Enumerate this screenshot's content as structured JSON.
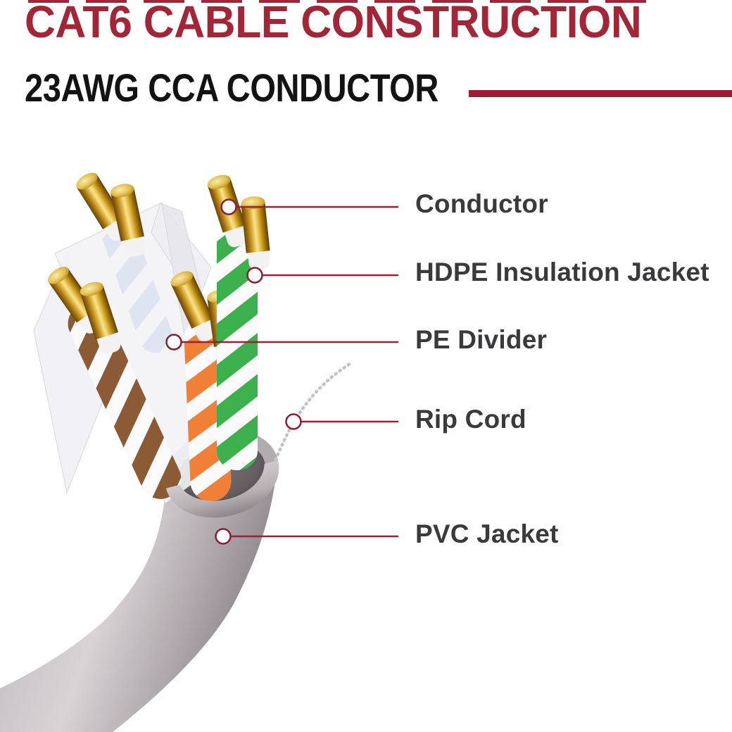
{
  "header": {
    "title": "CAT6 CABLE CONSTRUCTION",
    "subtitle": "23AWG CCA CONDUCTOR"
  },
  "callouts": [
    {
      "text": "Conductor"
    },
    {
      "text": "HDPE Insulation Jacket"
    },
    {
      "text": "PE Divider"
    },
    {
      "text": "Rip Cord"
    },
    {
      "text": "PVC Jacket"
    }
  ],
  "illustration": {
    "subject": "CAT6 cable cutaway render",
    "parts": [
      "gold conductors",
      "HDPE insulated twisted pairs (blue, brown, orange, green each twisted with white)",
      "translucent white PE cross divider",
      "beaded rip cord",
      "gray PVC jacket bending down-left"
    ]
  },
  "colors": {
    "title_red": "#A32638",
    "rule_red": "#9C1D33",
    "leader_red": "#9E2033",
    "label_gray": "#3A3A3C",
    "jacket_gray": "#B2ABAF",
    "wire_green": "#3BB04C",
    "wire_orange": "#F08038",
    "wire_brown": "#8A5B35",
    "wire_blue": "#2E5FD7",
    "conductor_gold": "#D8A92E",
    "background": "#FFFFFF"
  }
}
